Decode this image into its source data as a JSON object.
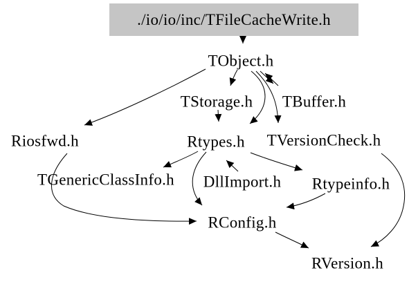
{
  "graph": {
    "type": "include-dependency-graph",
    "root": {
      "label": "./io/io/inc/TFileCacheWrite.h"
    },
    "nodes": [
      {
        "label": "TObject.h"
      },
      {
        "label": "TStorage.h"
      },
      {
        "label": "TBuffer.h"
      },
      {
        "label": "Riosfwd.h"
      },
      {
        "label": "Rtypes.h"
      },
      {
        "label": "TVersionCheck.h"
      },
      {
        "label": "TGenericClassInfo.h"
      },
      {
        "label": "DllImport.h"
      },
      {
        "label": "Rtypeinfo.h"
      },
      {
        "label": "RConfig.h"
      },
      {
        "label": "RVersion.h"
      }
    ],
    "edges": [
      {
        "from": "./io/io/inc/TFileCacheWrite.h",
        "to": "TObject.h"
      },
      {
        "from": "TObject.h",
        "to": "TStorage.h"
      },
      {
        "from": "TObject.h",
        "to": "TBuffer.h"
      },
      {
        "from": "TBuffer.h",
        "to": "TObject.h"
      },
      {
        "from": "TObject.h",
        "to": "Riosfwd.h"
      },
      {
        "from": "TObject.h",
        "to": "Rtypes.h"
      },
      {
        "from": "TObject.h",
        "to": "TVersionCheck.h"
      },
      {
        "from": "TStorage.h",
        "to": "Rtypes.h"
      },
      {
        "from": "Rtypes.h",
        "to": "TGenericClassInfo.h"
      },
      {
        "from": "Rtypes.h",
        "to": "Rtypeinfo.h"
      },
      {
        "from": "Rtypes.h",
        "to": "RConfig.h"
      },
      {
        "from": "DllImport.h",
        "to": "Rtypes.h"
      },
      {
        "from": "Rtypeinfo.h",
        "to": "RConfig.h"
      },
      {
        "from": "Riosfwd.h",
        "to": "RConfig.h"
      },
      {
        "from": "RConfig.h",
        "to": "RVersion.h"
      },
      {
        "from": "TVersionCheck.h",
        "to": "RVersion.h"
      }
    ],
    "colors": {
      "background": "#ffffff",
      "root_node_bg": "#c5c5c5",
      "edge": "#000000",
      "text": "#000000"
    }
  }
}
